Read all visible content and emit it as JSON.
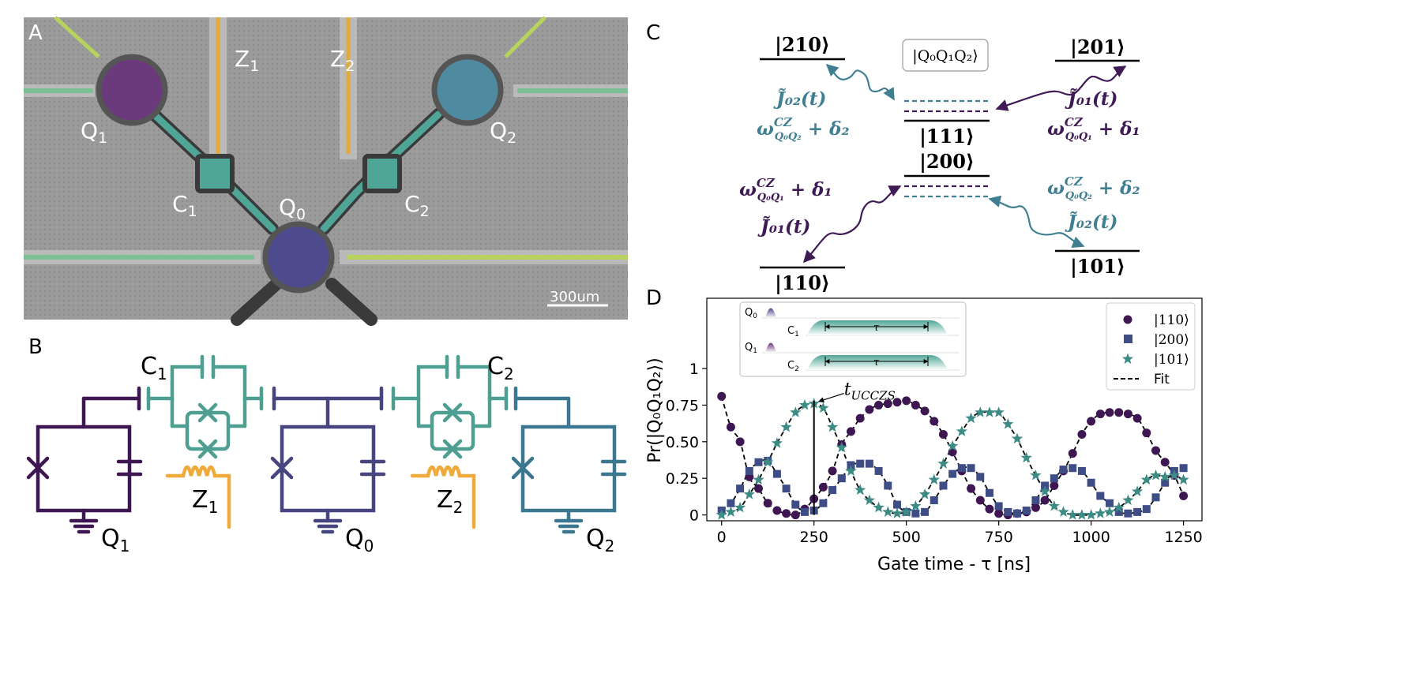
{
  "panel_letters": {
    "a": "A",
    "b": "B",
    "c": "C",
    "d": "D"
  },
  "panel_a": {
    "labels": {
      "q1": "Q",
      "q1_sub": "1",
      "q2": "Q",
      "q2_sub": "2",
      "q0": "Q",
      "q0_sub": "0",
      "c1": "C",
      "c1_sub": "1",
      "c2": "C",
      "c2_sub": "2",
      "z1": "Z",
      "z1_sub": "1",
      "z2": "Z",
      "z2_sub": "2"
    },
    "scale_bar": "300um",
    "colors": {
      "q1": "#6b3a7d",
      "q2": "#4e8aa0",
      "q0": "#4d4a8e",
      "coupler": "#4fa596",
      "flux": "#e2aa3a",
      "bg": "#9a9a9a"
    }
  },
  "panel_b": {
    "labels": {
      "c1": "C",
      "c1_sub": "1",
      "c2": "C",
      "c2_sub": "2",
      "z1": "Z",
      "z1_sub": "1",
      "z2": "Z",
      "z2_sub": "2",
      "q1": "Q",
      "q1_sub": "1",
      "q0": "Q",
      "q0_sub": "0",
      "q2": "Q",
      "q2_sub": "2"
    },
    "colors": {
      "q1": "#3d1652",
      "c": "#4f9e92",
      "q0": "#47457f",
      "q2": "#3b778f",
      "z": "#f0a93b"
    }
  },
  "panel_c": {
    "box_label": "|Q₀Q₁Q₂⟩",
    "levels": {
      "l210": "|210⟩",
      "l201": "|201⟩",
      "l111": "|111⟩",
      "l200": "|200⟩",
      "l110": "|110⟩",
      "l101": "|101⟩"
    },
    "couplings": {
      "j02_top": "J̃₀₂(t)",
      "w02_top": "ω",
      "w02_top_sup": "CZ",
      "w02_top_sub": "Q₀Q₂",
      "w02_top_rest": " + δ₂",
      "j01_top": "J̃₀₁(t)",
      "w01_top": "ω",
      "w01_top_sup": "CZ",
      "w01_top_sub": "Q₀Q₁",
      "w01_top_rest": " + δ₁",
      "w01_bot": "ω",
      "w01_bot_sup": "CZ",
      "w01_bot_sub": "Q₀Q₁",
      "w01_bot_rest": " + δ₁",
      "j01_bot": "J̃₀₁(t)",
      "w02_bot": "ω",
      "w02_bot_sup": "CZ",
      "w02_bot_sub": "Q₀Q₂",
      "w02_bot_rest": " + δ₂",
      "j02_bot": "J̃₀₂(t)"
    },
    "colors": {
      "teal": "#3f7f91",
      "purple": "#3f1a55"
    }
  },
  "chart_data": {
    "type": "scatter",
    "xlabel": "Gate time - τ [ns]",
    "ylabel": "Pr(|Q₀Q₁Q₂⟩)",
    "xlim": [
      -40,
      1300
    ],
    "ylim": [
      -0.04,
      1.48
    ],
    "xticks": [
      0,
      250,
      500,
      750,
      1000,
      1250
    ],
    "xtick_labels": [
      "0",
      "250",
      "500",
      "750",
      "1000",
      "1250"
    ],
    "yticks": [
      0,
      0.25,
      0.5,
      0.75,
      1
    ],
    "ytick_labels": [
      "0",
      "0.25",
      "0.50",
      "0.75",
      "1"
    ],
    "annotation": {
      "text": "t",
      "sub": "UCCZS",
      "x": 250
    },
    "legend": {
      "position": "top-right",
      "entries": [
        "|110⟩",
        "|200⟩",
        "|101⟩",
        "Fit"
      ]
    },
    "inset": {
      "rows": [
        {
          "q": "Q",
          "q_sub": "0",
          "c": "C",
          "c_sub": "1",
          "tau": "τ"
        },
        {
          "q": "Q",
          "q_sub": "1",
          "c": "C",
          "c_sub": "2",
          "tau": "τ"
        }
      ]
    },
    "series": [
      {
        "name": "|110⟩",
        "marker": "circle",
        "color": "#3d1652",
        "x": [
          0,
          25,
          50,
          75,
          100,
          125,
          150,
          175,
          200,
          225,
          250,
          275,
          300,
          325,
          350,
          375,
          400,
          425,
          450,
          475,
          500,
          525,
          550,
          575,
          600,
          625,
          650,
          675,
          700,
          725,
          750,
          775,
          800,
          825,
          850,
          875,
          900,
          925,
          950,
          975,
          1000,
          1025,
          1050,
          1075,
          1100,
          1125,
          1150,
          1175,
          1200,
          1225,
          1250
        ],
        "y": [
          0.81,
          0.6,
          0.5,
          0.26,
          0.18,
          0.08,
          0.03,
          0.01,
          0.0,
          0.04,
          0.11,
          0.19,
          0.3,
          0.48,
          0.57,
          0.66,
          0.72,
          0.75,
          0.76,
          0.77,
          0.78,
          0.75,
          0.71,
          0.64,
          0.55,
          0.43,
          0.3,
          0.18,
          0.1,
          0.04,
          0.01,
          0.0,
          0.01,
          0.02,
          0.05,
          0.1,
          0.2,
          0.3,
          0.42,
          0.55,
          0.64,
          0.69,
          0.7,
          0.7,
          0.69,
          0.66,
          0.56,
          0.44,
          0.36,
          0.27,
          0.13
        ]
      },
      {
        "name": "|200⟩",
        "marker": "square",
        "color": "#3f4d86",
        "x": [
          0,
          25,
          50,
          75,
          100,
          125,
          150,
          175,
          200,
          225,
          250,
          275,
          300,
          325,
          350,
          375,
          400,
          425,
          450,
          475,
          500,
          525,
          550,
          575,
          600,
          625,
          650,
          675,
          700,
          725,
          750,
          775,
          800,
          825,
          850,
          875,
          900,
          925,
          950,
          975,
          1000,
          1025,
          1050,
          1075,
          1100,
          1125,
          1150,
          1175,
          1200,
          1225,
          1250
        ],
        "y": [
          0.03,
          0.08,
          0.18,
          0.3,
          0.36,
          0.37,
          0.28,
          0.18,
          0.07,
          0.02,
          0.03,
          0.08,
          0.17,
          0.25,
          0.34,
          0.35,
          0.35,
          0.3,
          0.2,
          0.07,
          0.02,
          0.01,
          0.02,
          0.1,
          0.2,
          0.28,
          0.32,
          0.32,
          0.26,
          0.15,
          0.06,
          0.02,
          0.01,
          0.03,
          0.1,
          0.2,
          0.25,
          0.31,
          0.32,
          0.3,
          0.22,
          0.13,
          0.08,
          0.02,
          0.01,
          0.02,
          0.04,
          0.12,
          0.22,
          0.3,
          0.32
        ]
      },
      {
        "name": "|101⟩",
        "marker": "star",
        "color": "#3c8b84",
        "x": [
          0,
          25,
          50,
          75,
          100,
          125,
          150,
          175,
          200,
          225,
          250,
          275,
          300,
          325,
          350,
          375,
          400,
          425,
          450,
          475,
          500,
          525,
          550,
          575,
          600,
          625,
          650,
          675,
          700,
          725,
          750,
          775,
          800,
          825,
          850,
          875,
          900,
          925,
          950,
          975,
          1000,
          1025,
          1050,
          1075,
          1100,
          1125,
          1150,
          1175,
          1200,
          1225,
          1250
        ],
        "y": [
          0.0,
          0.02,
          0.05,
          0.14,
          0.24,
          0.36,
          0.49,
          0.6,
          0.7,
          0.75,
          0.76,
          0.73,
          0.6,
          0.46,
          0.3,
          0.17,
          0.1,
          0.05,
          0.02,
          0.01,
          0.02,
          0.06,
          0.14,
          0.24,
          0.35,
          0.47,
          0.57,
          0.66,
          0.7,
          0.7,
          0.7,
          0.62,
          0.52,
          0.39,
          0.27,
          0.16,
          0.06,
          0.02,
          0.0,
          0.0,
          0.0,
          0.01,
          0.02,
          0.05,
          0.1,
          0.16,
          0.24,
          0.27,
          0.26,
          0.27,
          0.24
        ]
      }
    ],
    "fit_style": "dashed black"
  }
}
